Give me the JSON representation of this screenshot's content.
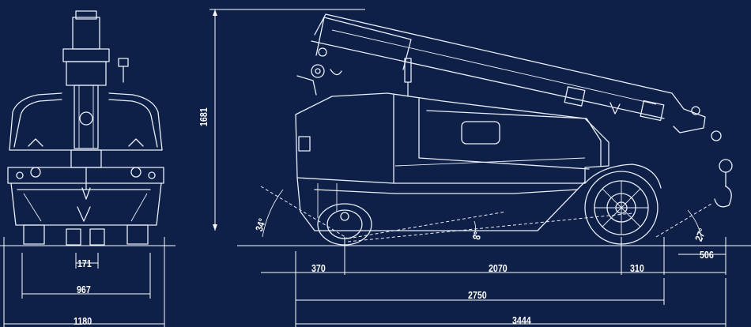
{
  "dimensions": {
    "width_171": "171",
    "width_967": "967",
    "width_1180": "1180",
    "height_1681": "1681",
    "len_370": "370",
    "len_2070": "2070",
    "len_310": "310",
    "len_506": "506",
    "len_2750": "2750",
    "len_3444": "3444"
  },
  "angles": {
    "approach": "34°",
    "ramp": "8°",
    "departure": "27°"
  },
  "colors": {
    "background": "#0e2048",
    "line": "#e9eef9"
  }
}
